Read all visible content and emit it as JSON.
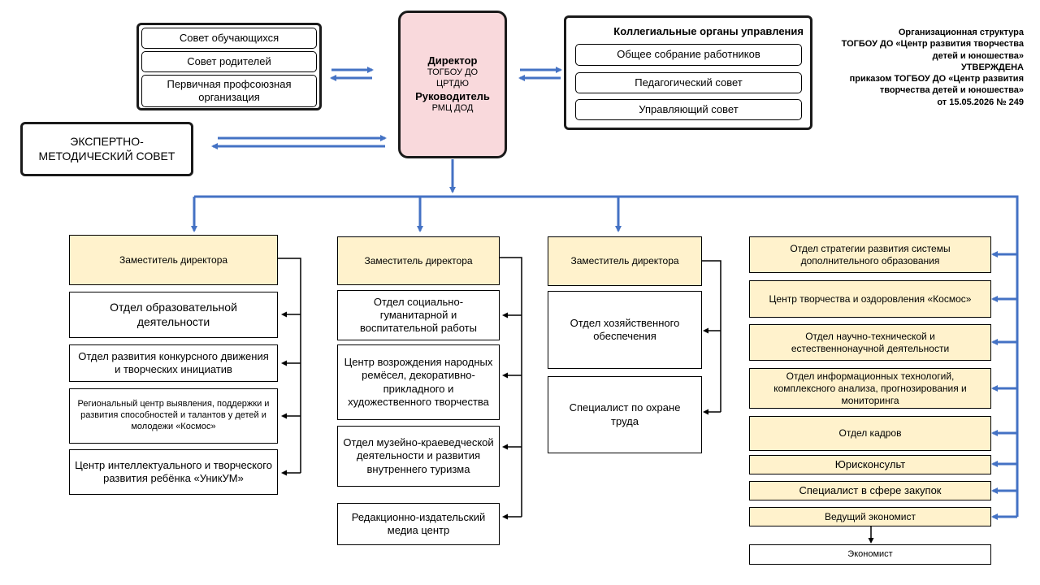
{
  "title_block": {
    "line1": "Организационная структура",
    "line2": "ТОГБОУ ДО «Центр развития творчества",
    "line3": "детей и юношества»",
    "line4": "УТВЕРЖДЕНА",
    "line5": "приказом ТОГБОУ ДО «Центр развития",
    "line6": "творчества детей и юношества»",
    "line7": "от 15.05.2026 № 249"
  },
  "councils": [
    "Совет обучающихся",
    "Совет родителей",
    "Первичная профсоюзная организация"
  ],
  "expert_council": "ЭКСПЕРТНО-МЕТОДИЧЕСКИЙ СОВЕТ",
  "director": {
    "title": "Директор",
    "org": "ТОГБОУ ДО ЦРТДЮ",
    "leader_title": "Руководитель",
    "leader_org": "РМЦ ДОД"
  },
  "collegial": {
    "title": "Коллегиальные органы управления",
    "items": [
      "Общее собрание работников",
      "Педагогический совет",
      "Управляющий совет"
    ]
  },
  "deputy_label": "Заместитель директора",
  "column1": [
    "Отдел образовательной деятельности",
    "Отдел развития конкурсного движения и творческих инициатив",
    "Региональный центр выявления, поддержки и развития способностей и талантов у детей и молодежи «Космос»",
    "Центр интеллектуального и творческого развития ребёнка «УникУМ»"
  ],
  "column2": [
    "Отдел социально-гуманитарной и воспитательной работы",
    "Центр возрождения народных ремёсел, декоративно-прикладного и художественного творчества",
    "Отдел музейно-краеведческой деятельности и развития внутреннего туризма",
    "Редакционно-издательский медиа центр"
  ],
  "column3": [
    "Отдел хозяйственного обеспечения",
    "Специалист по охране труда"
  ],
  "column4": [
    "Отдел стратегии развития системы дополнительного образования",
    "Центр творчества и оздоровления «Космос»",
    "Отдел научно-технической и естественнонаучной деятельности",
    "Отдел информационных технологий, комплексного анализа, прогнозирования и мониторинга",
    "Отдел кадров",
    "Юрисконсульт",
    "Специалист в сфере закупок",
    "Ведущий экономист",
    "Экономист"
  ],
  "colors": {
    "connector": "#4472c4",
    "director_fill": "#f9d9dc",
    "deputy_fill": "#fff2cc"
  }
}
